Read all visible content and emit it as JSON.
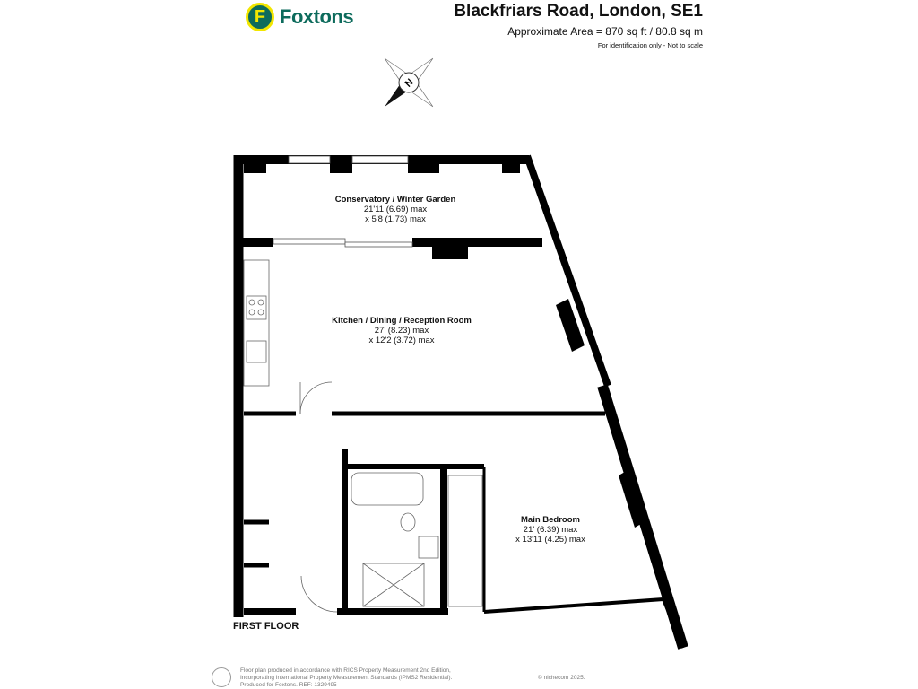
{
  "brand": {
    "logo_letter": "F",
    "name": "Foxtons",
    "color": "#0d6b5c",
    "accent": "#f2e600"
  },
  "header": {
    "title": "Blackfriars Road, London, SE1",
    "area": "Approximate Area = 870 sq ft / 80.8 sq m",
    "note": "For identification only - Not to scale"
  },
  "compass": {
    "label": "N"
  },
  "rooms": [
    {
      "name": "Conservatory / Winter Garden",
      "dim1": "21'11 (6.69) max",
      "dim2": "x 5'8 (1.73) max"
    },
    {
      "name": "Kitchen / Dining / Reception Room",
      "dim1": "27' (8.23) max",
      "dim2": "x 12'2 (3.72) max"
    },
    {
      "name": "Main Bedroom",
      "dim1": "21' (6.39) max",
      "dim2": "x 13'11 (4.25) max"
    }
  ],
  "floor_label": "FIRST FLOOR",
  "footer": {
    "line1": "Floor plan produced in accordance with RICS Property Measurement 2nd Edition,",
    "line2": "Incorporating International Property Measurement Standards (IPMS2 Residential).",
    "line3": "Produced for Foxtons.   REF: 1329495",
    "copyright": "© nichecom 2025."
  }
}
